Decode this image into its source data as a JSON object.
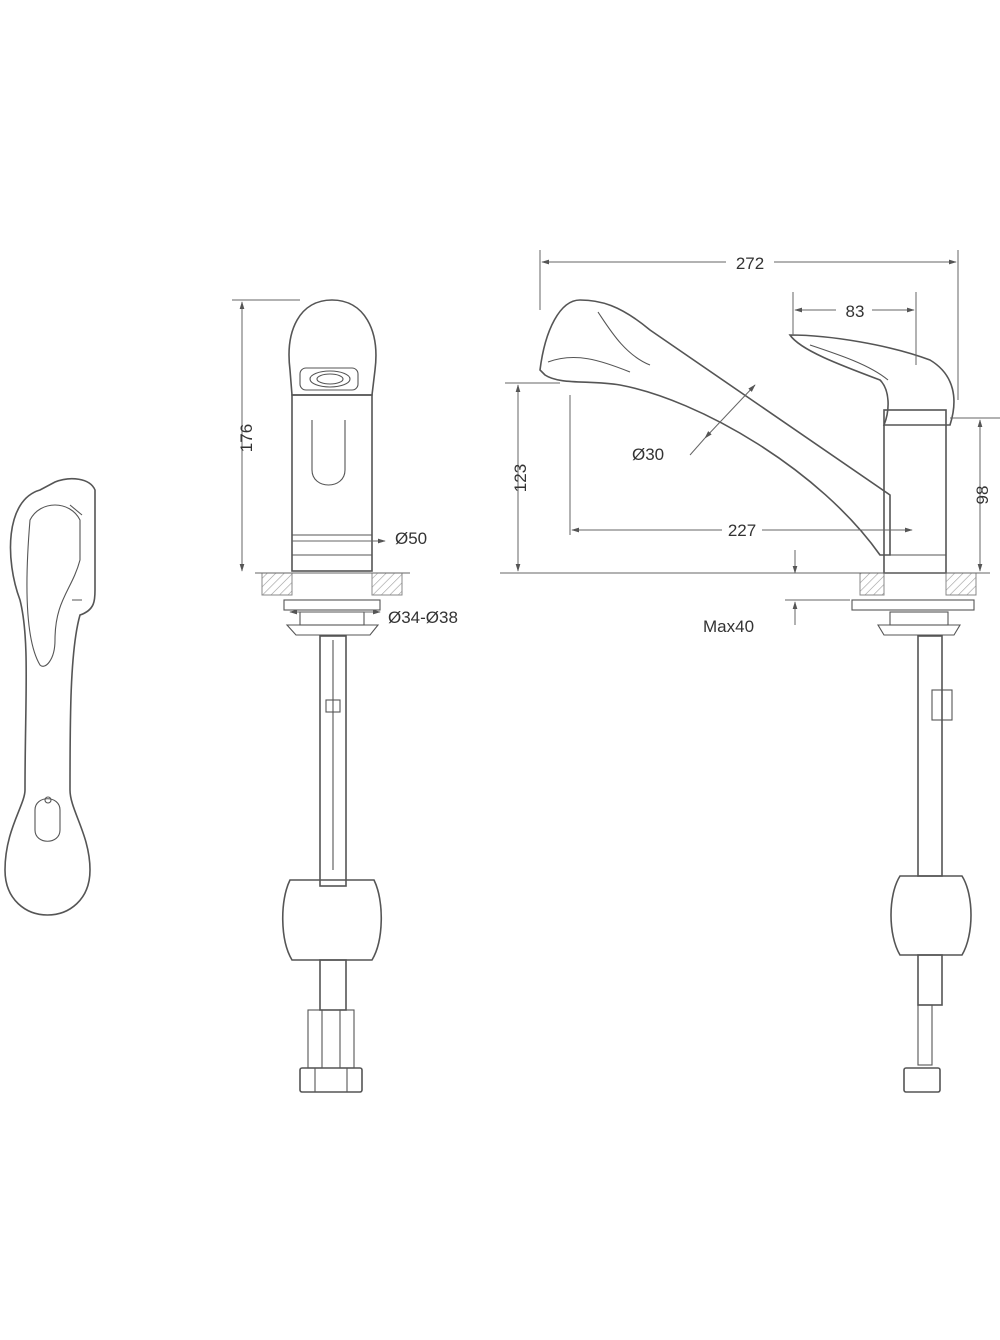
{
  "dimensions": {
    "top_height": "176",
    "base_diameter": "Ø50",
    "hole_diameter": "Ø34-Ø38",
    "overall_length": "272",
    "lever_length": "83",
    "spout_height": "123",
    "spout_diameter": "Ø30",
    "spout_reach": "227",
    "body_height": "98",
    "max_deck_thickness": "Max40"
  }
}
